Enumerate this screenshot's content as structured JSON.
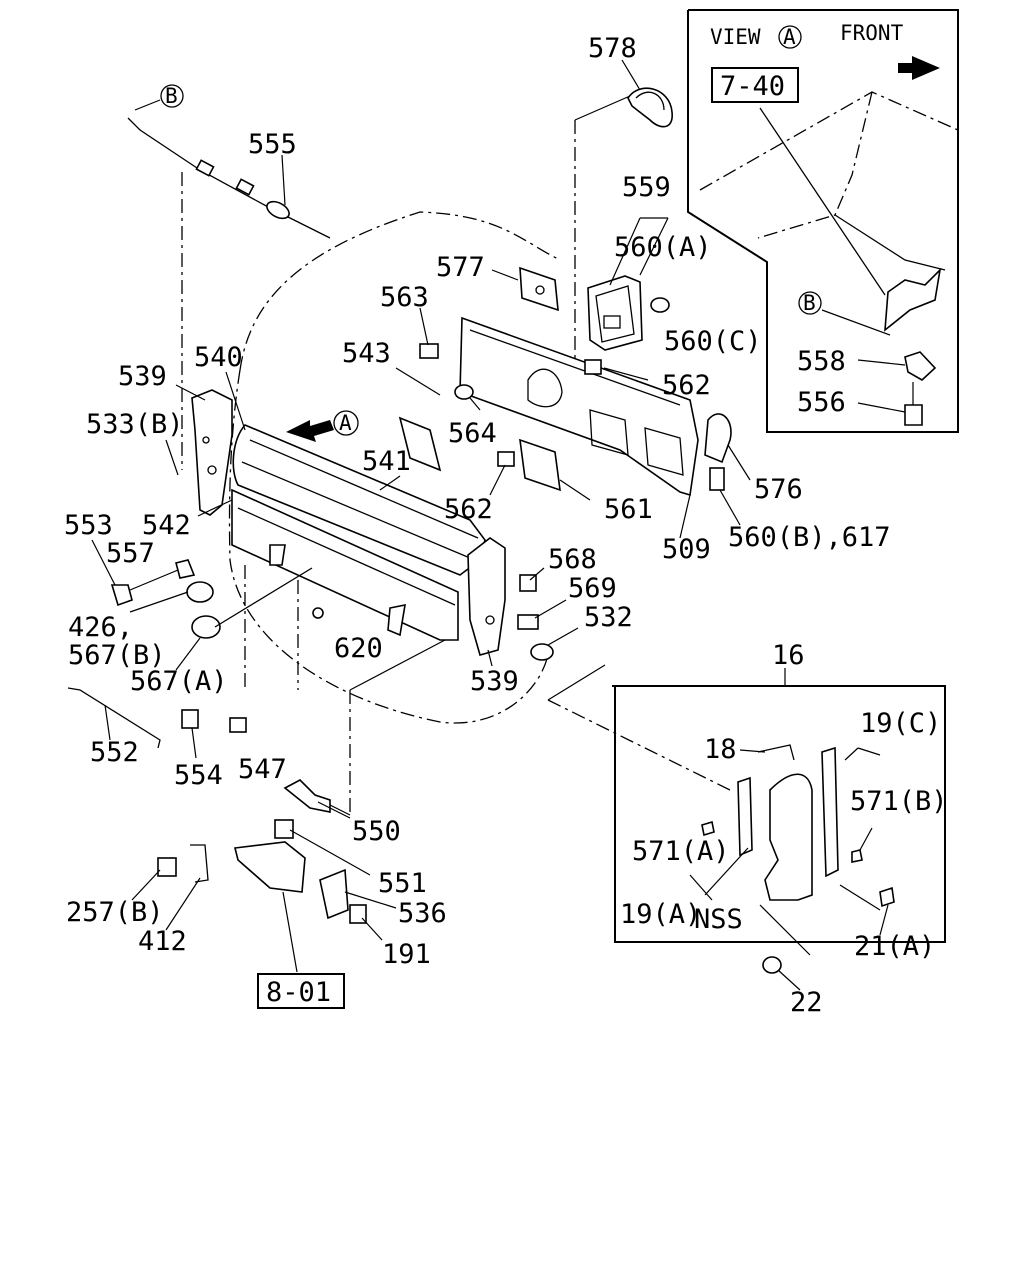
{
  "callouts": {
    "view": "VIEW",
    "view_circle": "A",
    "front": "FRONT",
    "ref_7_40": "7-40",
    "ref_8_01": "8-01",
    "marker_A": "A",
    "marker_B_top": "B",
    "marker_B_inset": "B"
  },
  "labels": {
    "l578": "578",
    "l555": "555",
    "l559": "559",
    "l560A": "560(A)",
    "l577": "577",
    "l563": "563",
    "l560C": "560(C)",
    "l540": "540",
    "l543": "543",
    "l539a": "539",
    "l562a": "562",
    "l533B": "533(B)",
    "l564": "564",
    "l541": "541",
    "l576": "576",
    "l562b": "562",
    "l561": "561",
    "l553": "553",
    "l542": "542",
    "l509": "509",
    "l560B617": "560(B),617",
    "l557": "557",
    "l568": "568",
    "l569": "569",
    "l426": "426,",
    "l532": "532",
    "l567B": "567(B)",
    "l620": "620",
    "l567A": "567(A)",
    "l539b": "539",
    "l16": "16",
    "l552": "552",
    "l19C": "19(C)",
    "l554": "554",
    "l547": "547",
    "l18": "18",
    "l550": "550",
    "l571B": "571(B)",
    "l571A": "571(A)",
    "l551": "551",
    "l257B": "257(B)",
    "l536": "536",
    "l19A": "19(A)",
    "lNSS": "NSS",
    "l412": "412",
    "l191": "191",
    "l21A": "21(A)",
    "l22": "22",
    "l558": "558",
    "l556": "556"
  }
}
